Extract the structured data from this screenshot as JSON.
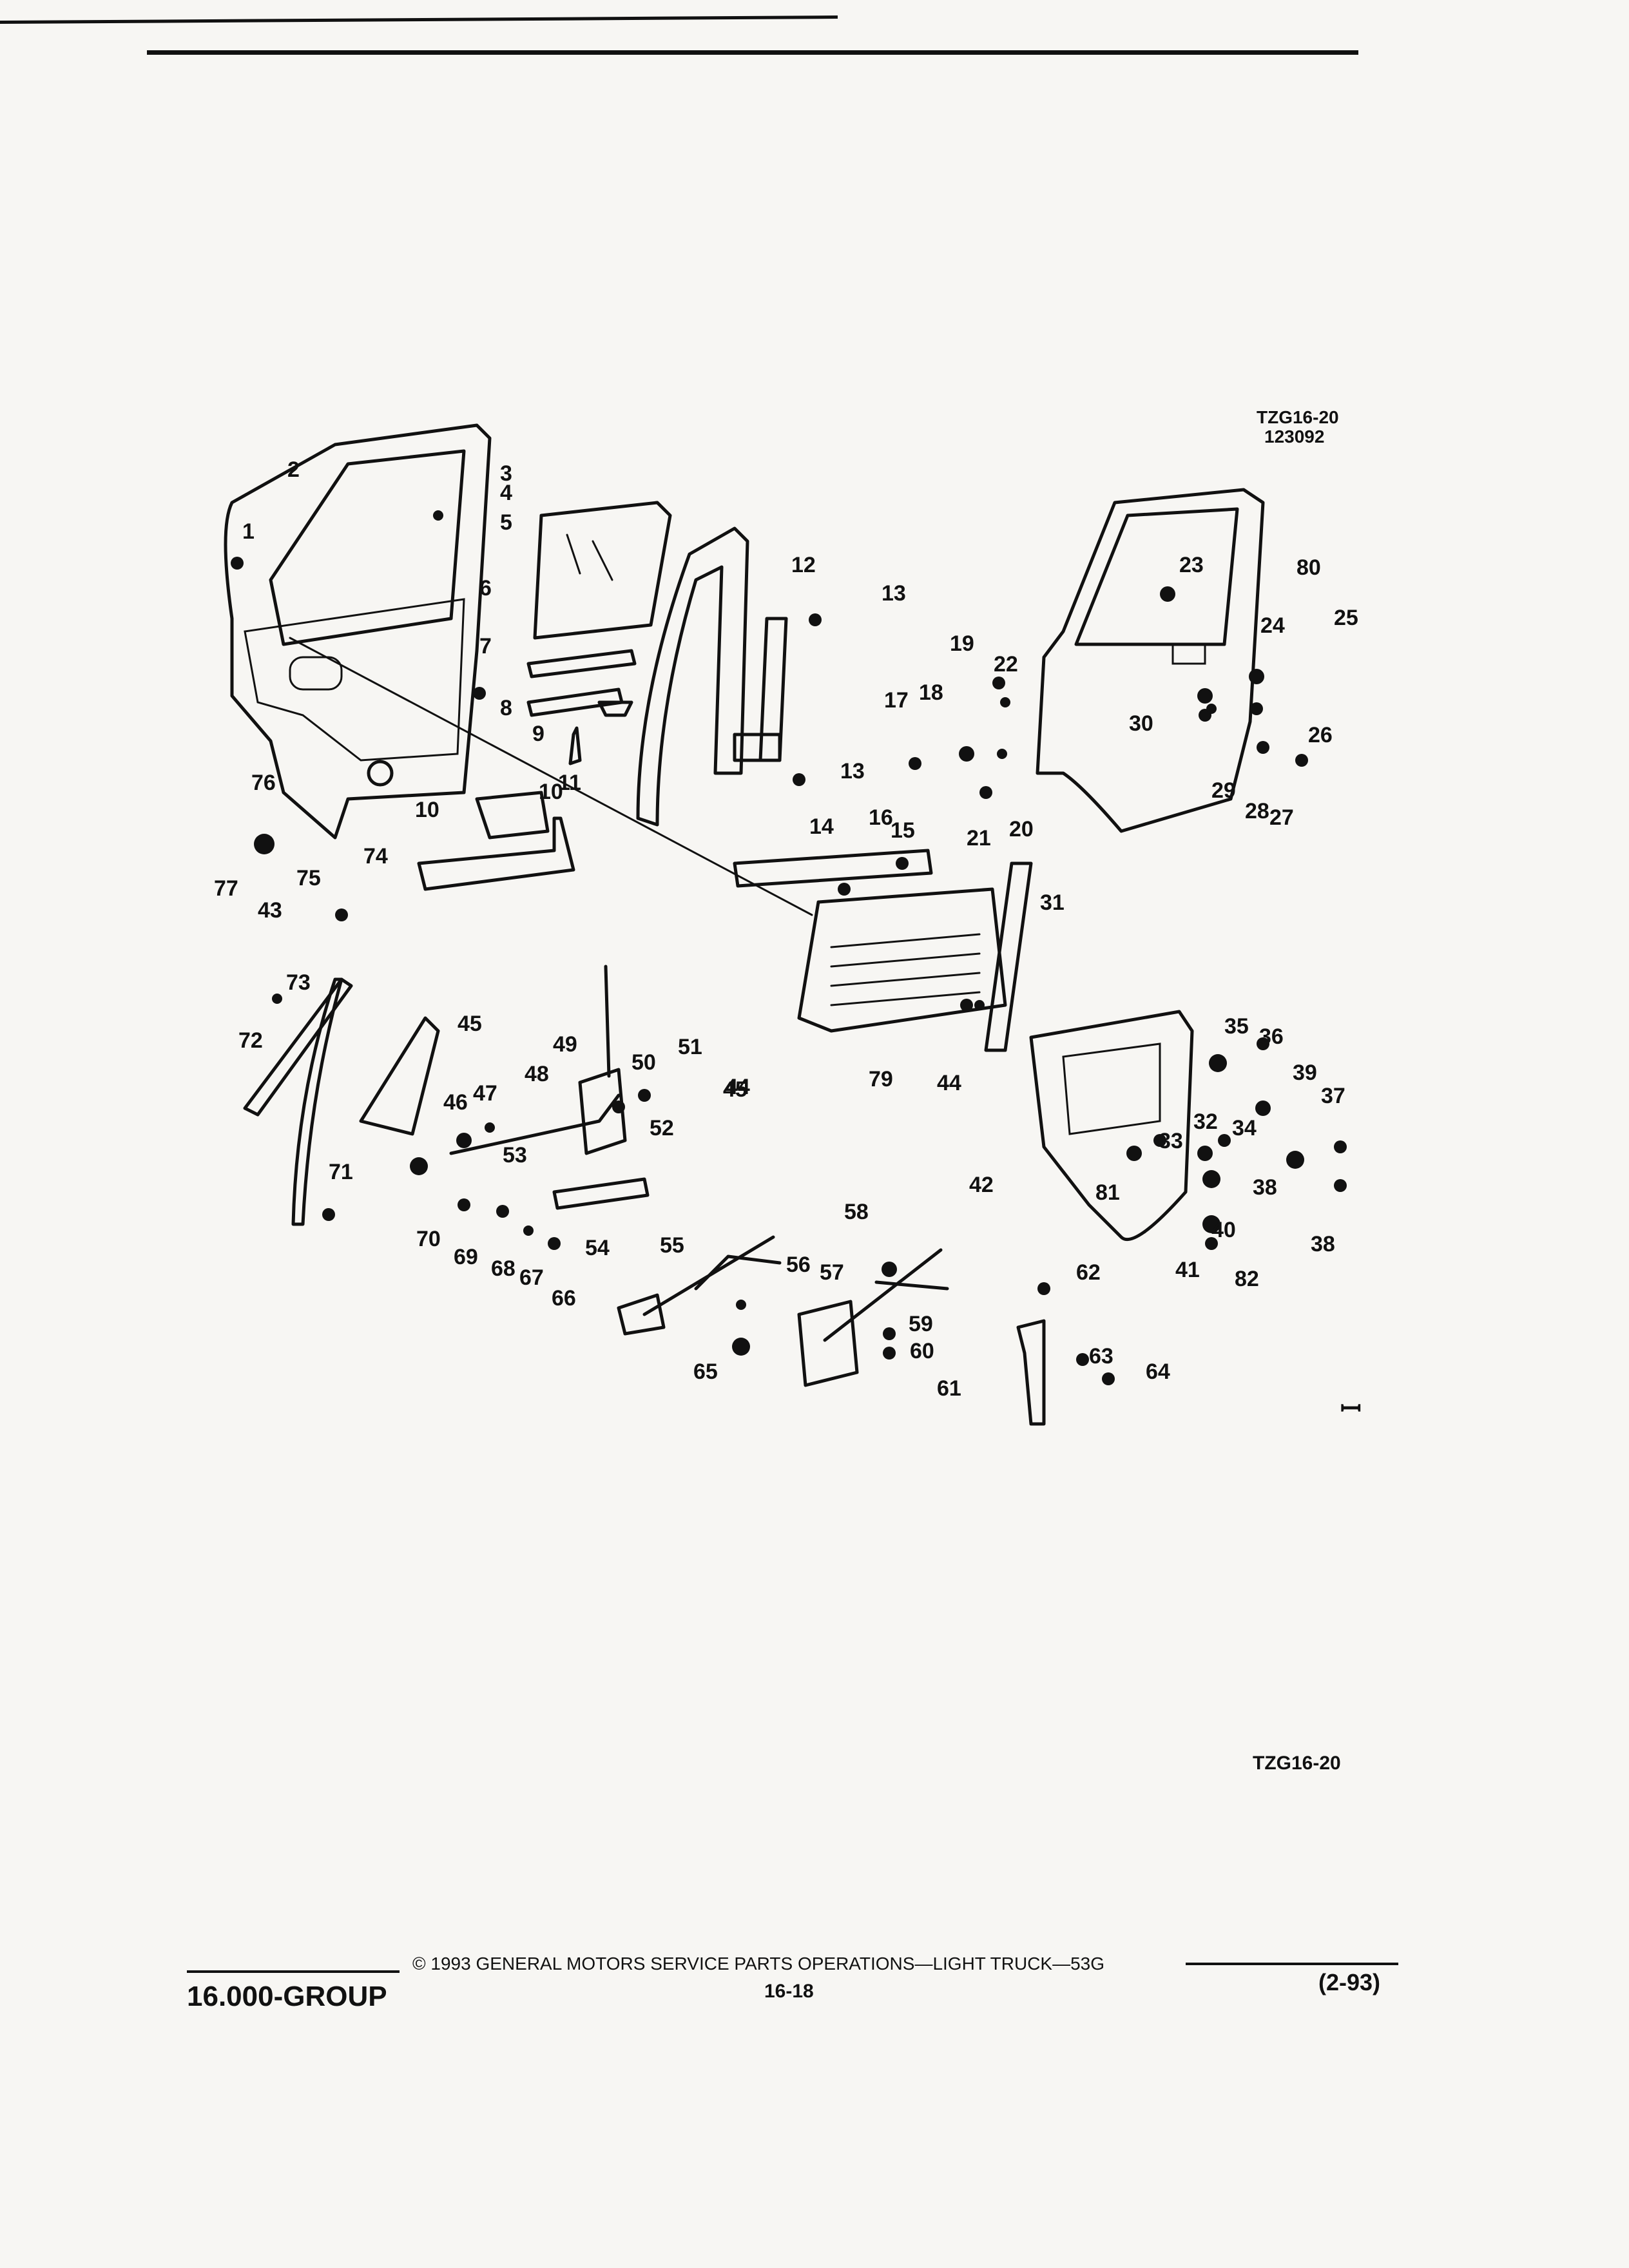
{
  "figure": {
    "code_top": "TZG16-20",
    "code_date": "123092",
    "code_bottom": "TZG16-20"
  },
  "callouts": [
    "1",
    "2",
    "3",
    "4",
    "5",
    "6",
    "7",
    "8",
    "9",
    "10",
    "10",
    "11",
    "12",
    "13",
    "13",
    "14",
    "15",
    "16",
    "17",
    "18",
    "19",
    "20",
    "21",
    "22",
    "23",
    "24",
    "25",
    "26",
    "27",
    "28",
    "29",
    "30",
    "31",
    "32",
    "33",
    "34",
    "35",
    "36",
    "37",
    "38",
    "38",
    "39",
    "40",
    "41",
    "42",
    "43",
    "44",
    "44",
    "45",
    "45",
    "46",
    "47",
    "48",
    "49",
    "50",
    "51",
    "52",
    "53",
    "54",
    "55",
    "56",
    "57",
    "58",
    "59",
    "60",
    "61",
    "62",
    "63",
    "64",
    "65",
    "66",
    "67",
    "68",
    "69",
    "70",
    "71",
    "72",
    "73",
    "74",
    "75",
    "76",
    "77",
    "79",
    "80",
    "81",
    "82"
  ],
  "footer": {
    "copyright": "© 1993 GENERAL MOTORS SERVICE PARTS OPERATIONS—LIGHT TRUCK—53G",
    "group": "16.000-GROUP",
    "page": "16-18",
    "date": "(2-93)"
  }
}
